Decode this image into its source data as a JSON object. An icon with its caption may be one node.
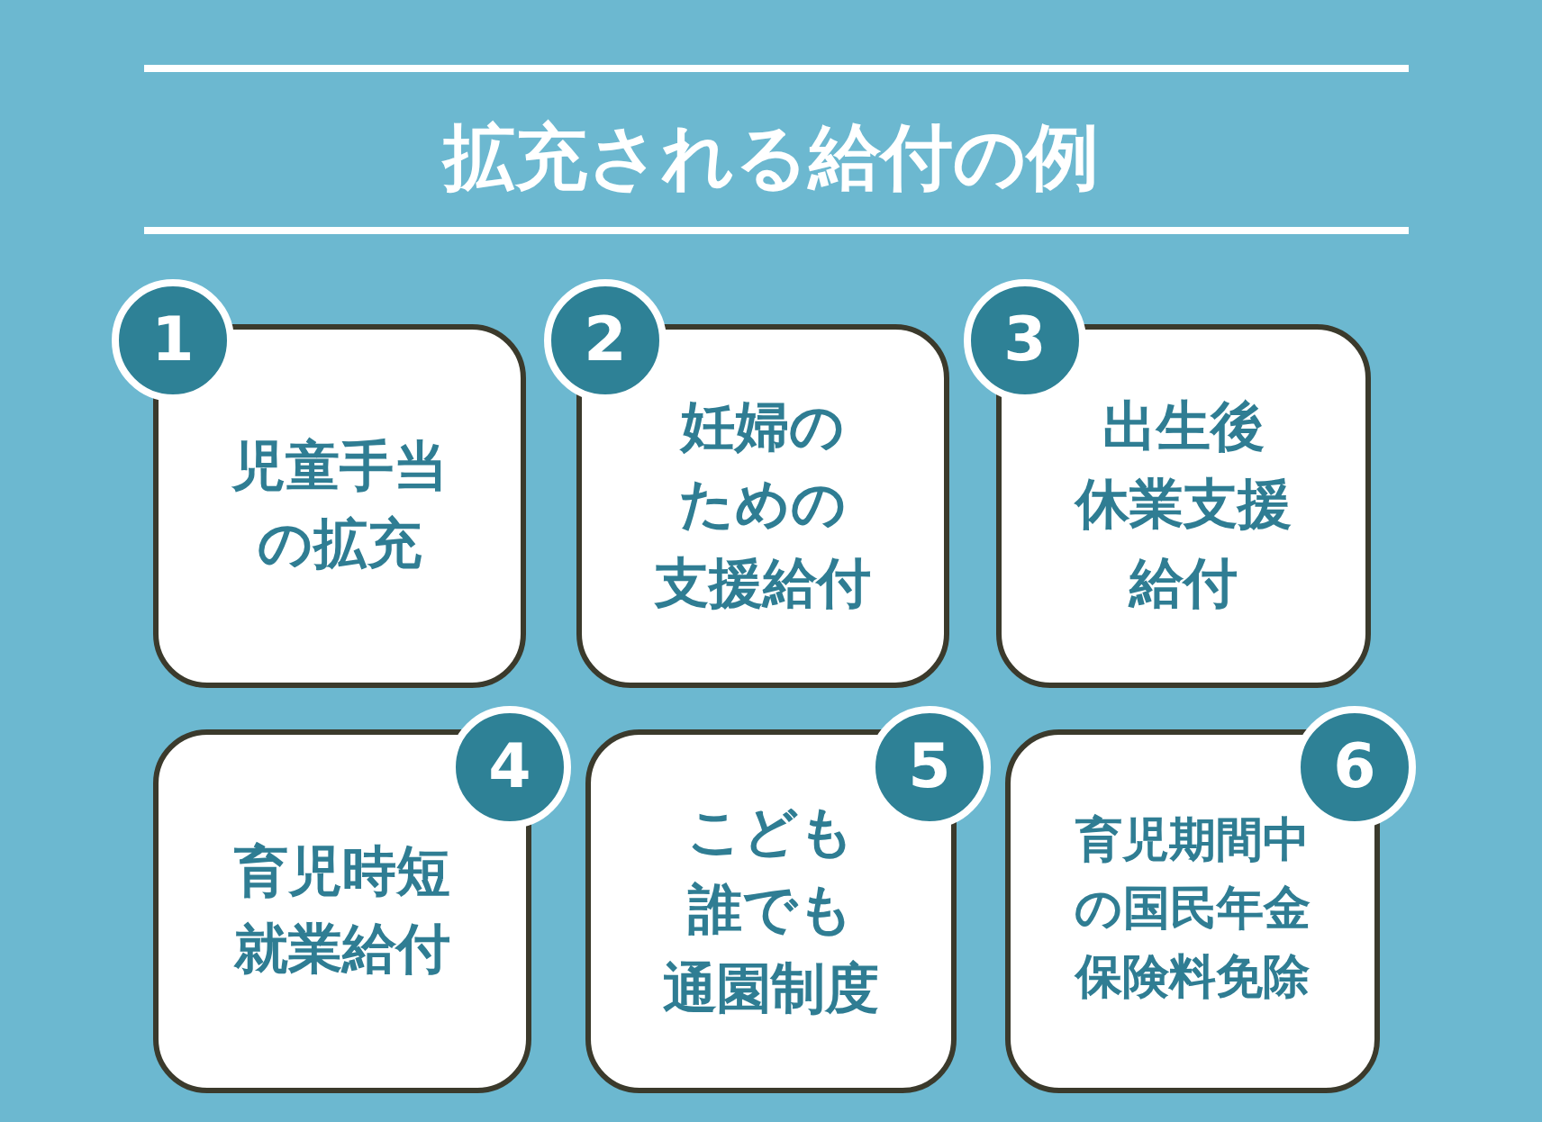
{
  "diagram": {
    "title": "拡充される給付の例",
    "nodes": [
      {
        "text": [
          "児童手当の拡充"
        ]
      },
      {
        "text": [
          "1"
        ]
      },
      {
        "text": [
          "妊婦のための支援給付"
        ]
      },
      {
        "text": [
          "2"
        ]
      },
      {
        "text": [
          "出生後休業支援給付"
        ]
      },
      {
        "text": [
          "3"
        ]
      },
      {
        "text": [
          "育児時短就業給付"
        ]
      },
      {
        "text": [
          "4"
        ]
      },
      {
        "text": [
          "こども誰でも通園制度"
        ]
      },
      {
        "text": [
          "5"
        ]
      },
      {
        "text": [
          "育児期間中の国民年金保険料免除"
        ]
      },
      {
        "text": [
          "6"
        ]
      }
    ]
  }
}
